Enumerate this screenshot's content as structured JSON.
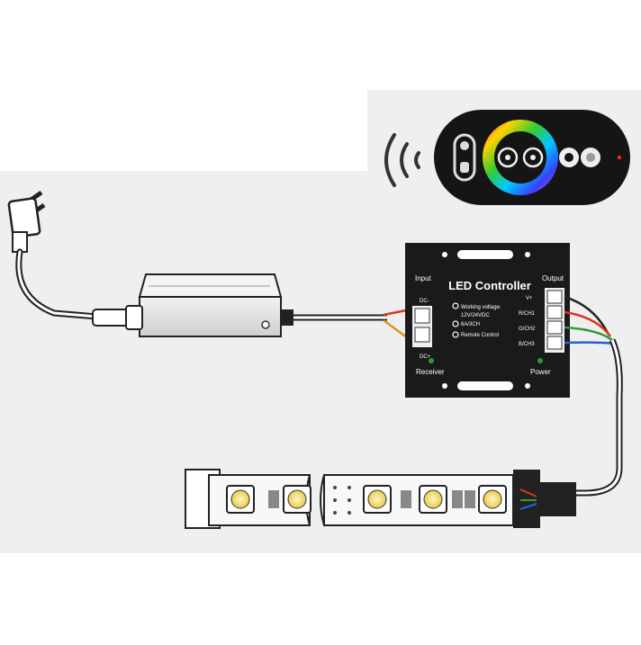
{
  "controller": {
    "title": "LED Controller",
    "input_label": "Input",
    "output_label": "Output",
    "dc_minus": "DC-",
    "dc_plus": "DC+",
    "spec_voltage": "Working voltage:",
    "spec_voltage_value": "12V/24VDC",
    "spec_current": "6A/3CH",
    "spec_remote": "Remote Control",
    "out_vplus": "V+",
    "out_r": "R/CH1",
    "out_g": "G/CH2",
    "out_b": "B/CH3",
    "receiver_label": "Receiver",
    "power_label": "Power"
  },
  "colors": {
    "background": "#ffffff",
    "panel": "#efefef",
    "controller_body": "#1a1a1a",
    "wire_red": "#d9381e",
    "wire_green": "#2e9a3a",
    "wire_blue": "#2a5fd0",
    "wire_orange": "#e0902a",
    "led_yellow": "#f4e27a"
  },
  "icons": {
    "plug": "power-plug-icon",
    "remote": "touch-remote-icon",
    "signal": "wireless-signal-icon"
  }
}
